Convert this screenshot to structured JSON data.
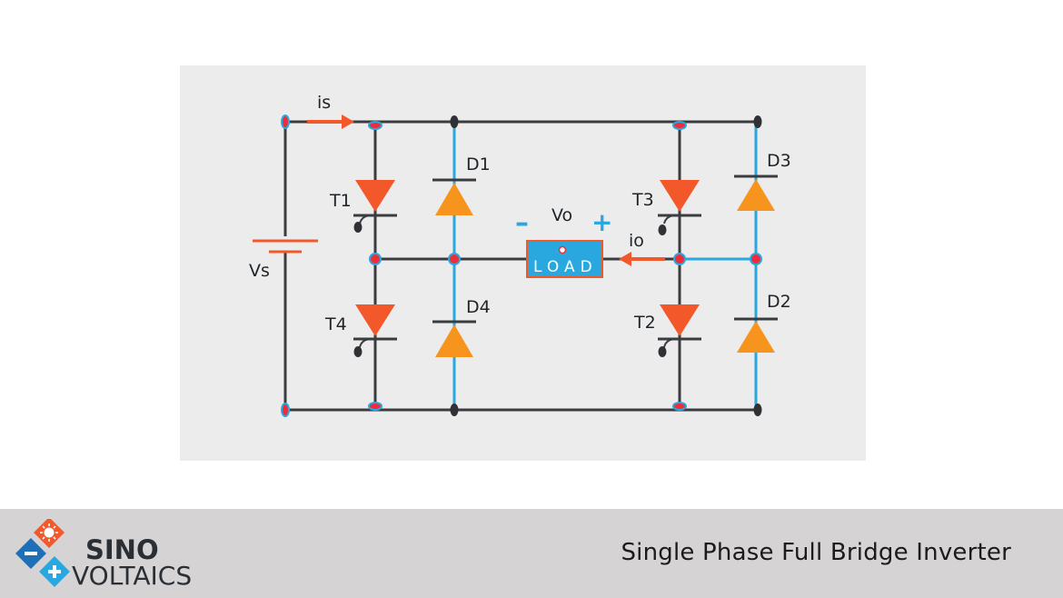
{
  "diagram": {
    "labels": {
      "source_current": "is",
      "source_voltage": "Vs",
      "thyristor_1": "T1",
      "thyristor_2": "T2",
      "thyristor_3": "T3",
      "thyristor_4": "T4",
      "diode_1": "D1",
      "diode_2": "D2",
      "diode_3": "D3",
      "diode_4": "D4",
      "output_voltage": "Vo",
      "output_current": "io",
      "load": "LOAD",
      "minus_sign": "–",
      "plus_sign": "+"
    },
    "colors": {
      "wire": "#3a3c40",
      "wire_blue": "#29a8e0",
      "thyristor": "#f2582a",
      "diode": "#f6941d",
      "node": "#ee2d3b",
      "load_fill": "#29a8e0",
      "load_border": "#f2582a",
      "panel": "#ececed"
    }
  },
  "footer": {
    "title": "Single Phase Full Bridge Inverter",
    "logo": {
      "line1": "SINO",
      "line2": "VOLTAICS",
      "icons": [
        "sun-icon",
        "minus-icon",
        "plus-icon"
      ]
    }
  }
}
